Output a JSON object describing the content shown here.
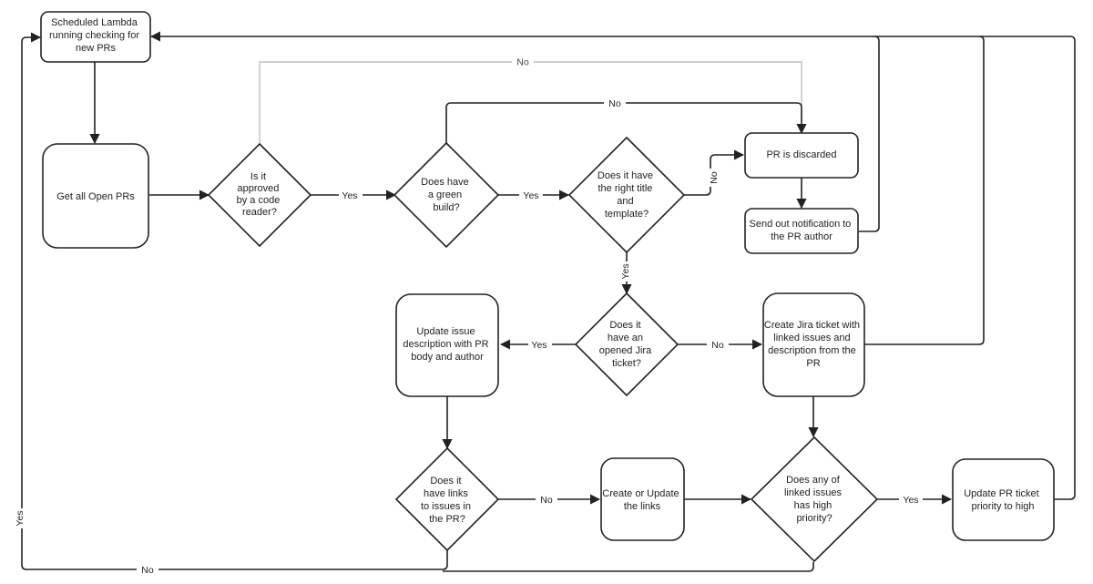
{
  "nodes": {
    "scheduled_lambda": {
      "lines": [
        "Scheduled Lambda",
        "running checking for",
        "new PRs"
      ]
    },
    "get_open_prs": {
      "lines": [
        "Get all Open PRs"
      ]
    },
    "approved_decision": {
      "lines": [
        "Is it",
        "approved",
        "by a code",
        "reader?"
      ]
    },
    "green_build_decision": {
      "lines": [
        "Does have",
        "a green",
        "build?"
      ]
    },
    "title_template_decision": {
      "lines": [
        "Does it have",
        "the right title",
        "and",
        "template?"
      ]
    },
    "pr_discarded": {
      "lines": [
        "PR is discarded"
      ]
    },
    "send_notification": {
      "lines": [
        "Send out notification to",
        "the PR author"
      ]
    },
    "jira_ticket_decision": {
      "lines": [
        "Does it",
        "have an",
        "opened Jira",
        "ticket?"
      ]
    },
    "update_issue_description": {
      "lines": [
        "Update issue",
        "description with PR",
        "body and author"
      ]
    },
    "create_jira_ticket": {
      "lines": [
        "Create Jira ticket with",
        "linked issues and",
        "description from the",
        "PR"
      ]
    },
    "links_decision": {
      "lines": [
        "Does it",
        "have links",
        "to issues in",
        "the PR?"
      ]
    },
    "create_update_links": {
      "lines": [
        "Create or Update",
        "the links"
      ]
    },
    "high_priority_decision": {
      "lines": [
        "Does any of",
        "linked issues",
        "has high",
        "priority?"
      ]
    },
    "update_priority": {
      "lines": [
        "Update PR ticket",
        "priority to high"
      ]
    }
  },
  "edge_labels": {
    "approved_no": "No",
    "approved_yes": "Yes",
    "green_build_no": "No",
    "green_build_yes": "Yes",
    "title_no": "No",
    "title_yes": "Yes",
    "jira_yes": "Yes",
    "jira_no": "No",
    "links_no": "No",
    "priority_yes": "Yes",
    "priority_no": "No",
    "links_yes": "Yes"
  }
}
